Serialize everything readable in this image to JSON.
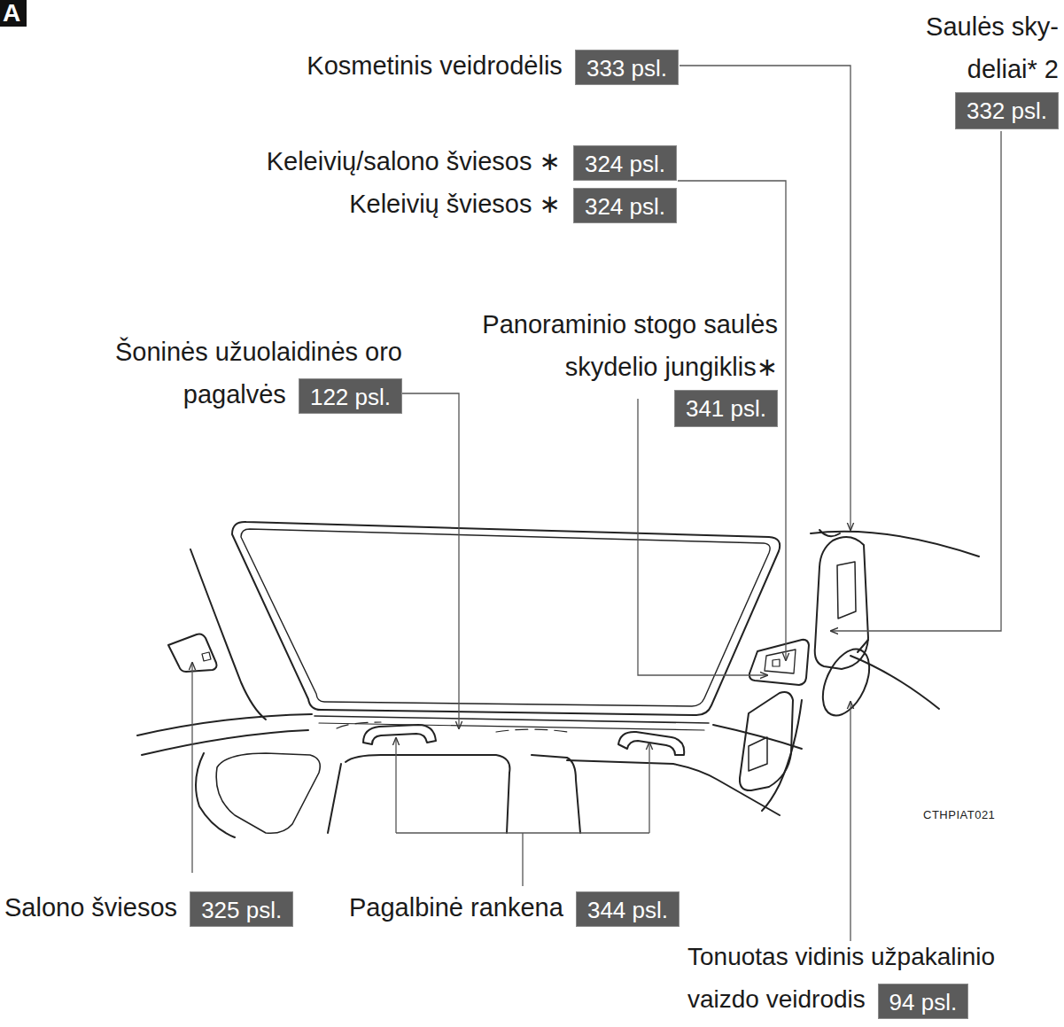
{
  "diagram": {
    "nodes": [
      {
        "text": [
          "A"
        ]
      },
      {
        "text": [
          "333 psl."
        ]
      },
      {
        "text": [
          "332 psl."
        ]
      },
      {
        "text": [
          "324 psl."
        ]
      },
      {
        "text": [
          "324 psl."
        ]
      },
      {
        "text": [
          "122 psl."
        ]
      },
      {
        "text": [
          "341 psl."
        ]
      },
      {
        "text": [
          "325 psl."
        ]
      },
      {
        "text": [
          "344 psl."
        ]
      },
      {
        "text": [
          "94 psl."
        ]
      }
    ],
    "labels": [
      "Kosmetinis veidrodėlis",
      "Saulės sky- deliai* 2",
      "Keleivių/salono šviesos ∗",
      "Keleivių šviesos ∗",
      "Šoninės užuolaidinės oro pagalvės",
      "Panoraminio stogo saulės skydelio jungiklis∗",
      "Salono šviesos",
      "Pagalbinė rankena",
      "Tonuotas vidinis užpakalinio vaizdo veidrodis",
      "CTHPIAT021"
    ]
  }
}
